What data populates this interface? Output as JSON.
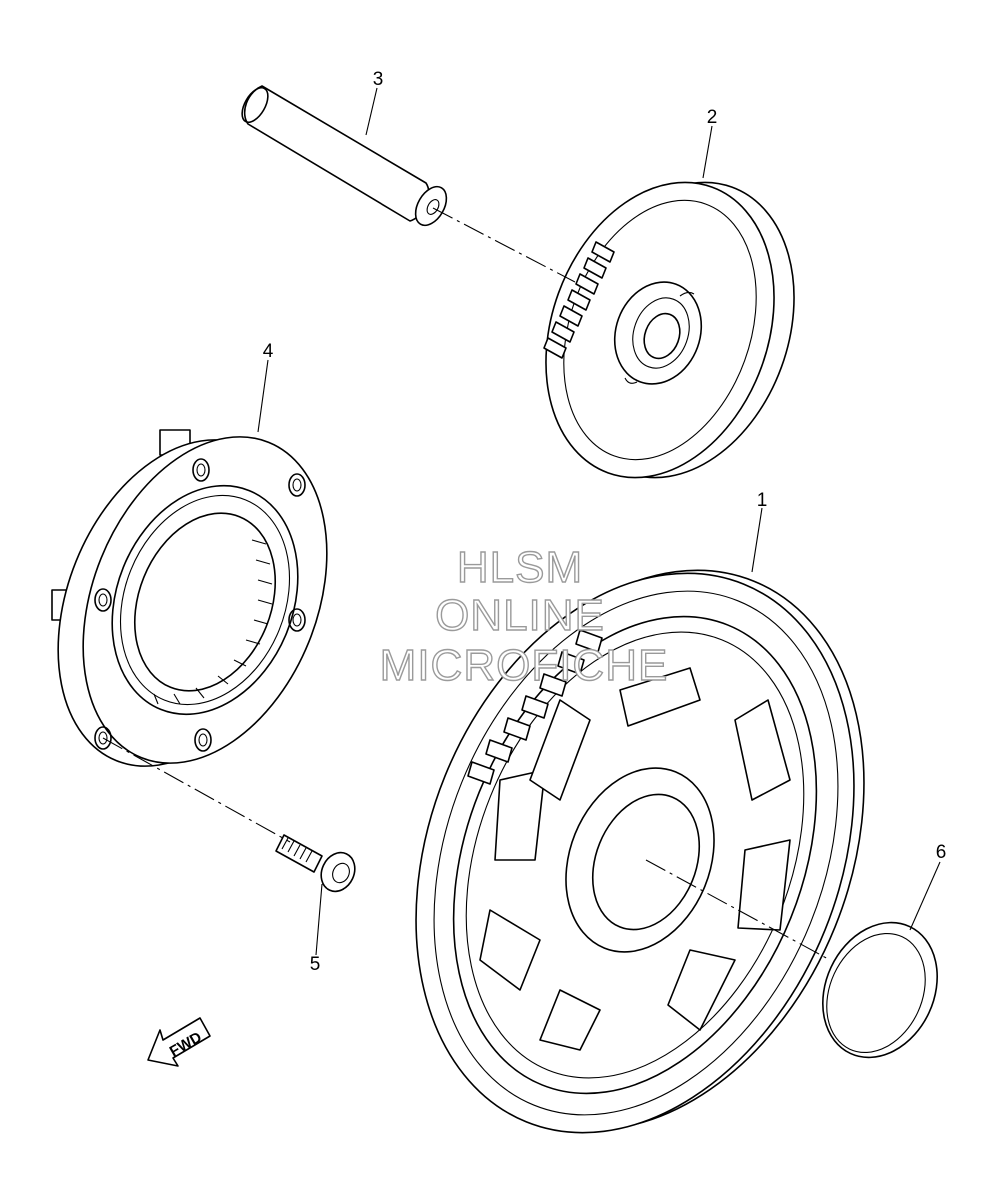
{
  "callouts": [
    {
      "id": "1",
      "label": "1"
    },
    {
      "id": "2",
      "label": "2"
    },
    {
      "id": "3",
      "label": "3"
    },
    {
      "id": "4",
      "label": "4"
    },
    {
      "id": "5",
      "label": "5"
    },
    {
      "id": "6",
      "label": "6"
    }
  ],
  "watermark": {
    "line1": "HLSM",
    "line2": "ONLINE",
    "line3": "MICROFICHE"
  },
  "direction_arrow": {
    "label": "FWD",
    "icon": "fwd-arrow-icon"
  }
}
